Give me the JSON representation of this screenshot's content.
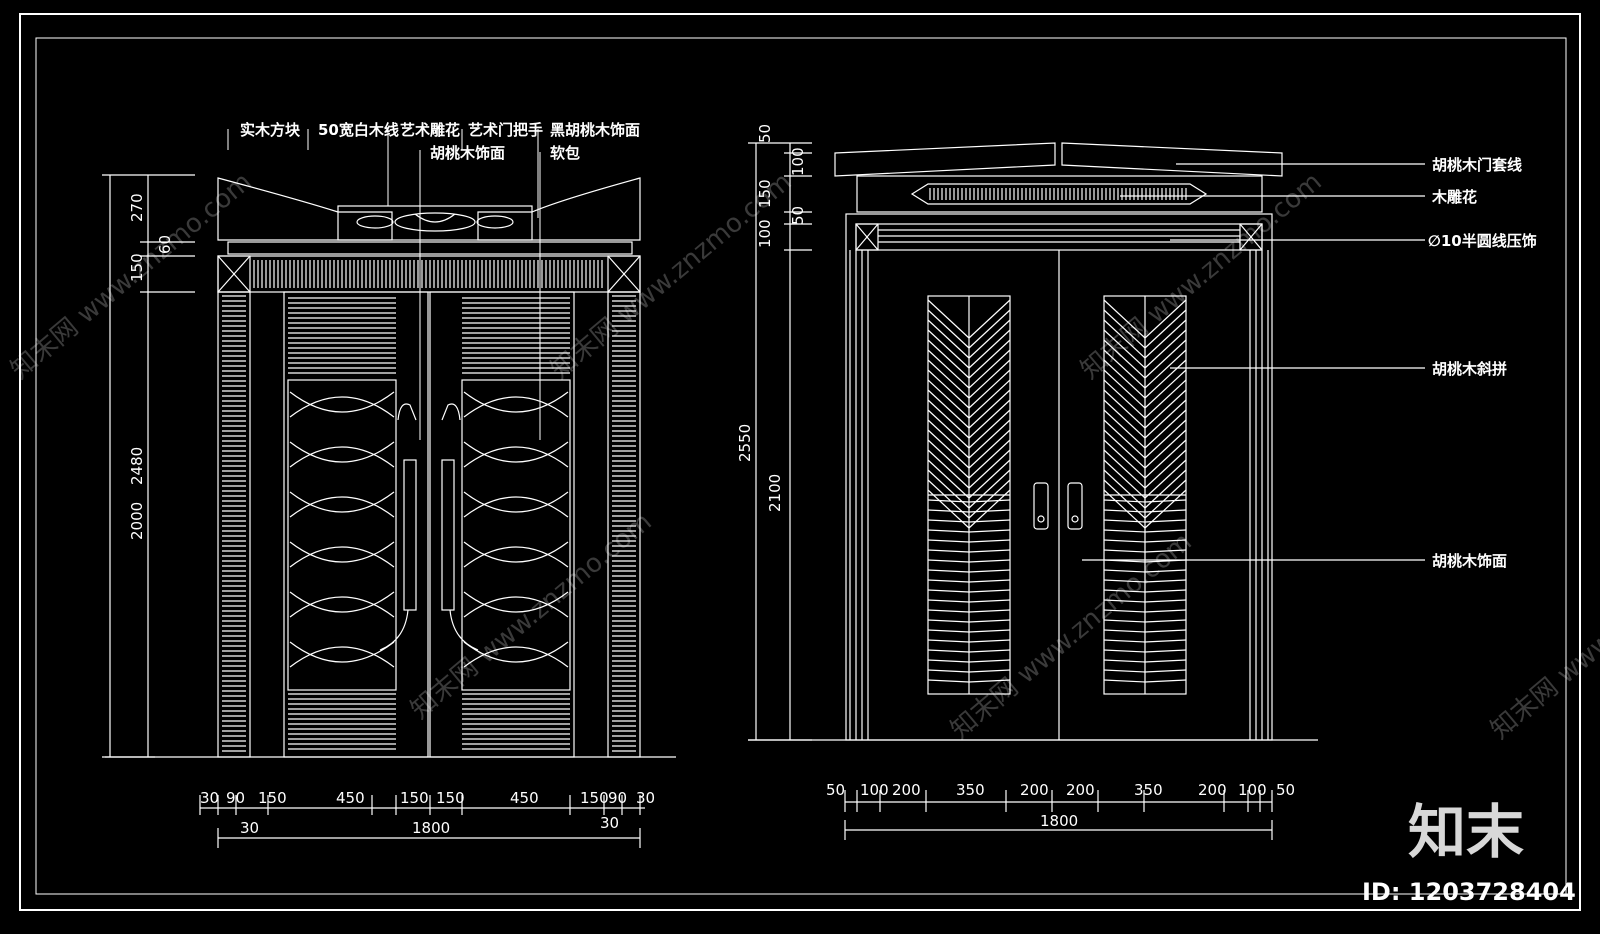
{
  "left_elevation": {
    "labels": [
      {
        "text": "实木方块"
      },
      {
        "text": "50宽白木线"
      },
      {
        "text": "艺术雕花"
      },
      {
        "text": "艺术门把手"
      },
      {
        "text": "黑胡桃木饰面"
      },
      {
        "text": "胡桃木饰面"
      },
      {
        "text": "软包"
      }
    ],
    "vertical_dims": [
      "270",
      "60",
      "150",
      "2480",
      "2000"
    ],
    "bottom_dims": [
      "30",
      "90",
      "150",
      "450",
      "150",
      "150",
      "450",
      "150",
      "90",
      "30"
    ],
    "bottom_sub_dims": [
      "30",
      "30"
    ],
    "total_width": "1800"
  },
  "right_elevation": {
    "labels": [
      {
        "text": "胡桃木门套线"
      },
      {
        "text": "木雕花"
      },
      {
        "text": "∅10半圆线压饰"
      },
      {
        "text": "胡桃木斜拼"
      },
      {
        "text": "胡桃木饰面"
      }
    ],
    "vertical_dims": [
      "50",
      "100",
      "150",
      "50",
      "100",
      "2550",
      "2100"
    ],
    "bottom_dims": [
      "50",
      "100",
      "200",
      "350",
      "200",
      "200",
      "350",
      "200",
      "100",
      "50"
    ],
    "total_width": "1800"
  },
  "watermark": {
    "text": "知末网 www.znzmo.com",
    "brand": "知末",
    "id_label": "ID: 1203728404"
  }
}
